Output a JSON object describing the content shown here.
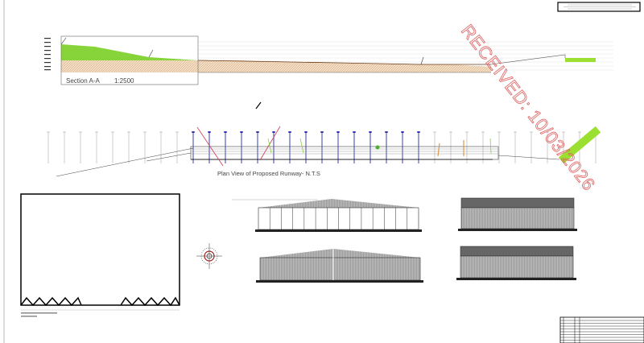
{
  "section": {
    "title": "Section A-A",
    "scale": "1:2500"
  },
  "plan": {
    "title": "Plan View of Proposed Runway- N.T.S"
  },
  "stamp": {
    "text": "RECEIVED: 10/03/2026",
    "color": "#e06060"
  },
  "colors": {
    "grass": "#86d43a",
    "ground": "#f3dcc0",
    "runway_poles": "#2a2aa8",
    "existing_poles": "#999999",
    "bank_line": "#d03a5a"
  }
}
